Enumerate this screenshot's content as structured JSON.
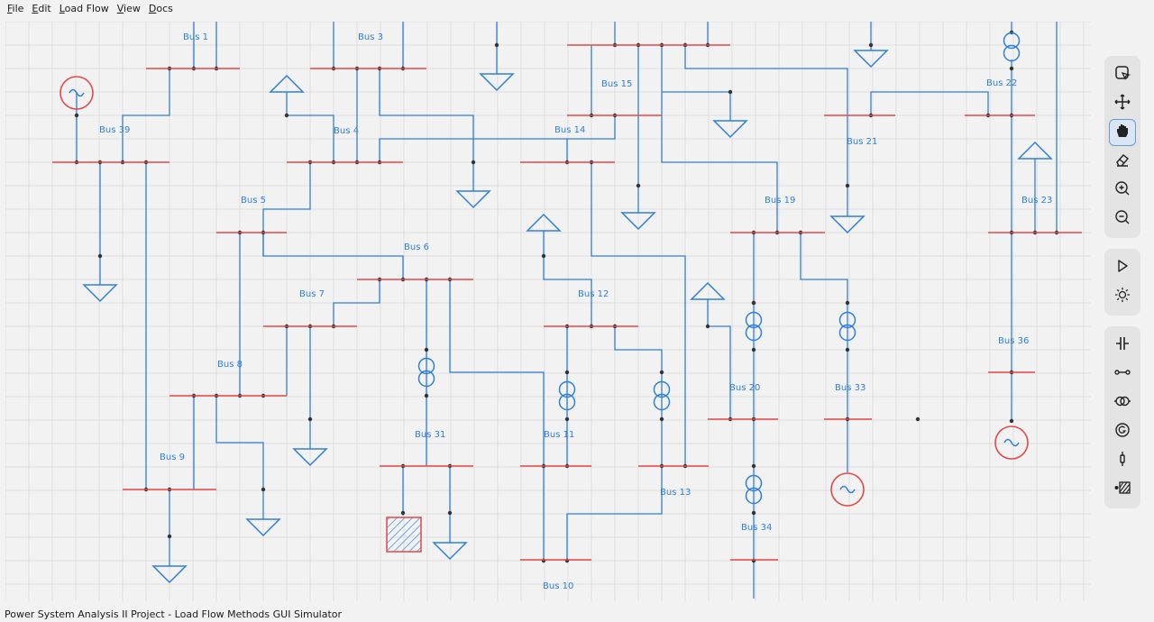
{
  "menu": [
    "File",
    "Edit",
    "Load Flow",
    "View",
    "Docs"
  ],
  "menu_mnemonics": [
    "F",
    "E",
    "L",
    "V",
    "D"
  ],
  "status_text": "Power System Analysis II Project - Load Flow Methods GUI Simulator",
  "colors": {
    "line": "#2f80d8",
    "bus": "#e04a4a",
    "grid": "#d8d8d8",
    "background": "#f2f2f2"
  },
  "toolbar_groups": [
    [
      "select-icon",
      "move-icon",
      "pan-hand-icon",
      "eraser-icon",
      "zoom-in-icon",
      "zoom-out-icon"
    ],
    [
      "run-icon",
      "theme-icon"
    ],
    [
      "bus-icon",
      "line-icon",
      "transformer-icon",
      "generator-icon",
      "capacitor-icon",
      "load-icon"
    ]
  ],
  "active_tool": "pan-hand-icon",
  "buses": [
    {
      "id": "bus-1",
      "label": "Bus 1"
    },
    {
      "id": "bus-3",
      "label": "Bus 3"
    },
    {
      "id": "bus-4",
      "label": "Bus 4"
    },
    {
      "id": "bus-5",
      "label": "Bus 5"
    },
    {
      "id": "bus-6",
      "label": "Bus 6"
    },
    {
      "id": "bus-7",
      "label": "Bus 7"
    },
    {
      "id": "bus-8",
      "label": "Bus 8"
    },
    {
      "id": "bus-9",
      "label": "Bus 9"
    },
    {
      "id": "bus-10",
      "label": "Bus 10"
    },
    {
      "id": "bus-11",
      "label": "Bus 11"
    },
    {
      "id": "bus-12",
      "label": "Bus 12"
    },
    {
      "id": "bus-13",
      "label": "Bus 13"
    },
    {
      "id": "bus-14",
      "label": "Bus 14"
    },
    {
      "id": "bus-15",
      "label": "Bus 15"
    },
    {
      "id": "bus-19",
      "label": "Bus 19"
    },
    {
      "id": "bus-20",
      "label": "Bus 20"
    },
    {
      "id": "bus-21",
      "label": "Bus 21"
    },
    {
      "id": "bus-22",
      "label": "Bus 22"
    },
    {
      "id": "bus-23",
      "label": "Bus 23"
    },
    {
      "id": "bus-31",
      "label": "Bus 31"
    },
    {
      "id": "bus-33",
      "label": "Bus 33"
    },
    {
      "id": "bus-34",
      "label": "Bus 34"
    },
    {
      "id": "bus-36",
      "label": "Bus 36"
    },
    {
      "id": "bus-39",
      "label": "Bus 39"
    }
  ]
}
